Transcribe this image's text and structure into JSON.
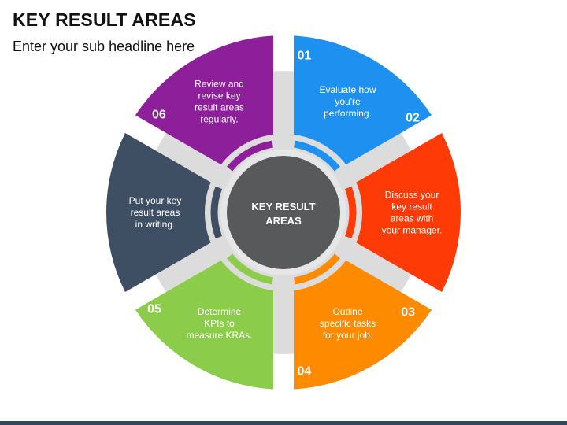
{
  "header": {
    "title": "KEY RESULT AREAS",
    "subtitle": "Enter your sub headline here"
  },
  "center": {
    "lines": [
      "KEY RESULT",
      "AREAS"
    ],
    "color": "#58595b"
  },
  "colors": {
    "ring_gray": "#dcdcdc",
    "footer": "#33475b"
  },
  "segments": [
    {
      "number": "01",
      "lines": [
        "Evaluate how",
        "you're",
        "performing."
      ],
      "color": "#1e90f0"
    },
    {
      "number": "02",
      "lines": [
        "Discuss your",
        "key result",
        "areas with",
        "your manager."
      ],
      "color": "#fe3a06"
    },
    {
      "number": "03",
      "lines": [
        "Outline",
        "specific tasks",
        "for your job."
      ],
      "color": "#fe8a00"
    },
    {
      "number": "04",
      "lines": [
        "Determine",
        "KPIs to",
        "measure KRAs."
      ],
      "color": "#8ccc4b"
    },
    {
      "number": "05",
      "lines": [
        "Put your key",
        "result areas",
        "in writing."
      ],
      "color": "#3f4f63"
    },
    {
      "number": "06",
      "lines": [
        "Review and",
        "revise key",
        "result areas",
        "regularly."
      ],
      "color": "#8e1f9b"
    }
  ]
}
